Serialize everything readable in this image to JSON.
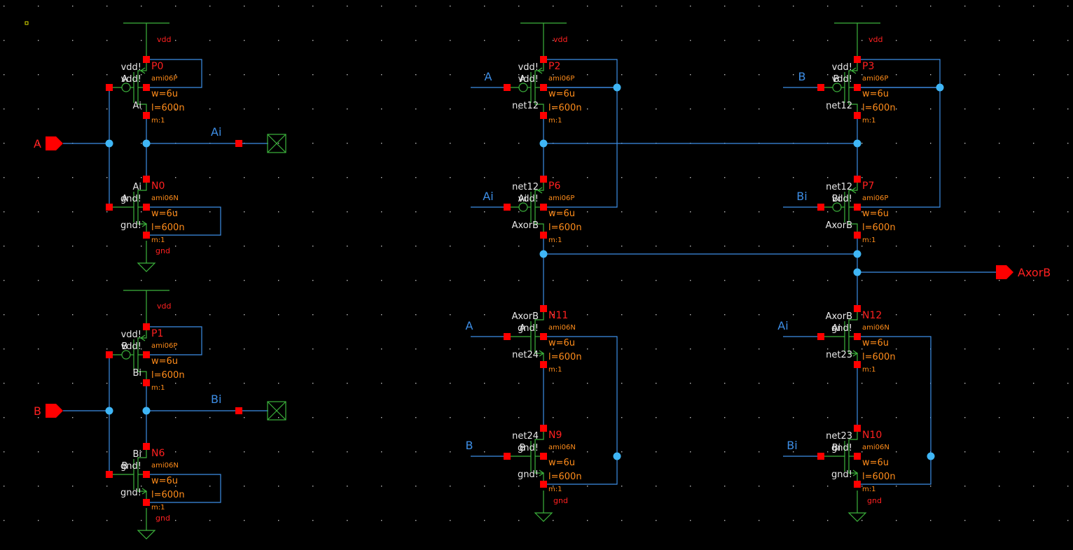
{
  "colors": {
    "background": "#000000",
    "wire": "#3d8ee6",
    "device": "#3cb33c",
    "pin": "#ff0000",
    "instance_name": "#ff2020",
    "param": "#ff8c1a",
    "terminal_label": "#e8e8e8",
    "net_label": "#3d8ee6",
    "junction": "#3fb6f6"
  },
  "pins": {
    "in_a": "A",
    "in_b": "B",
    "out": "AxorB"
  },
  "net_labels": {
    "ai": "Ai",
    "bi": "Bi",
    "a": "A",
    "b": "B"
  },
  "supplies": {
    "vdd": "vdd",
    "gnd": "gnd"
  },
  "transistors": [
    {
      "inst": "P0",
      "model": "ami06P",
      "w": "w=6u",
      "l": "l=600n",
      "m": "m:1",
      "top": "vdd!",
      "gate": "A",
      "body": "vdd!",
      "bottom": "Ai"
    },
    {
      "inst": "N0",
      "model": "ami06N",
      "w": "w=6u",
      "l": "l=600n",
      "m": "m:1",
      "top": "Ai",
      "gate": "A",
      "body": "gnd!",
      "bottom": "gnd!"
    },
    {
      "inst": "P1",
      "model": "ami06P",
      "w": "w=6u",
      "l": "l=600n",
      "m": "m:1",
      "top": "vdd!",
      "gate": "B",
      "body": "vdd!",
      "bottom": "Bi"
    },
    {
      "inst": "N6",
      "model": "ami06N",
      "w": "w=6u",
      "l": "l=600n",
      "m": "m:1",
      "top": "Bi",
      "gate": "B",
      "body": "gnd!",
      "bottom": "gnd!"
    },
    {
      "inst": "P2",
      "model": "ami06P",
      "w": "w=6u",
      "l": "l=600n",
      "m": "m:1",
      "top": "vdd!",
      "gate": "A",
      "body": "vdd!",
      "bottom": "net12"
    },
    {
      "inst": "P6",
      "model": "ami06P",
      "w": "w=6u",
      "l": "l=600n",
      "m": "m:1",
      "top": "net12",
      "gate": "Ai",
      "body": "vdd!",
      "bottom": "AxorB"
    },
    {
      "inst": "N11",
      "model": "ami06N",
      "w": "w=6u",
      "l": "l=600n",
      "m": "m:1",
      "top": "AxorB",
      "gate": "A",
      "body": "gnd!",
      "bottom": "net24"
    },
    {
      "inst": "N9",
      "model": "ami06N",
      "w": "w=6u",
      "l": "l=600n",
      "m": "m:1",
      "top": "net24",
      "gate": "B",
      "body": "gnd!",
      "bottom": "gnd!"
    },
    {
      "inst": "P3",
      "model": "ami06P",
      "w": "w=6u",
      "l": "l=600n",
      "m": "m:1",
      "top": "vdd!",
      "gate": "B",
      "body": "vdd!",
      "bottom": "net12"
    },
    {
      "inst": "P7",
      "model": "ami06P",
      "w": "w=6u",
      "l": "l=600n",
      "m": "m:1",
      "top": "net12",
      "gate": "Bi",
      "body": "vdd!",
      "bottom": "AxorB"
    },
    {
      "inst": "N12",
      "model": "ami06N",
      "w": "w=6u",
      "l": "l=600n",
      "m": "m:1",
      "top": "AxorB",
      "gate": "Ai",
      "body": "gnd!",
      "bottom": "net23"
    },
    {
      "inst": "N10",
      "model": "ami06N",
      "w": "w=6u",
      "l": "l=600n",
      "m": "m:1",
      "top": "net23",
      "gate": "Bi",
      "body": "gnd!",
      "bottom": "gnd!"
    }
  ]
}
